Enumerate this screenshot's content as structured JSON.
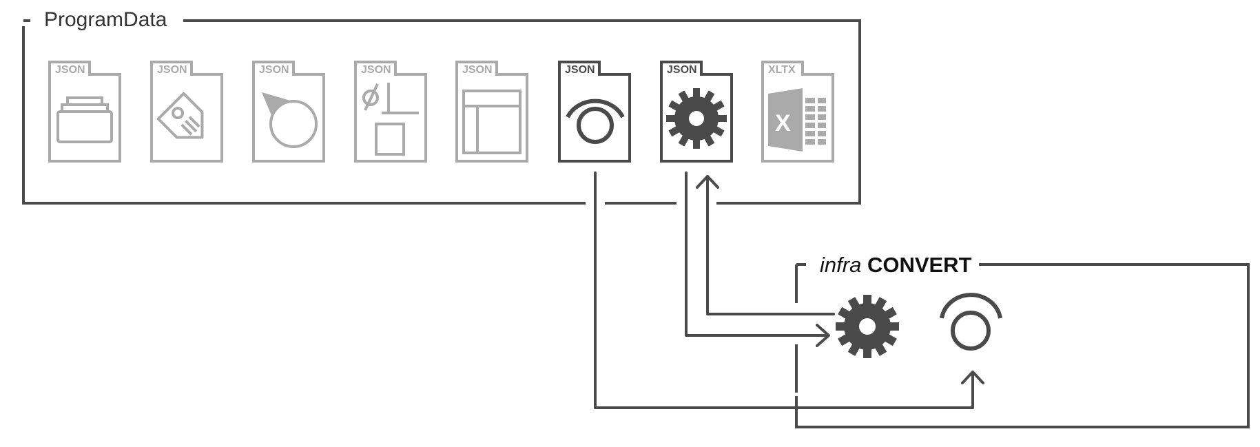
{
  "colors": {
    "dark": "#4a4a4a",
    "light": "#aaaaaa",
    "background": "#ffffff"
  },
  "groups": {
    "programdata_label": "ProgramData",
    "infra_label_italic": "infra",
    "infra_label_bold": "CONVERT"
  },
  "files": [
    {
      "tag": "JSON",
      "icon": "folder-stack-icon",
      "state": "inactive"
    },
    {
      "tag": "JSON",
      "icon": "tag-label-icon",
      "state": "inactive"
    },
    {
      "tag": "JSON",
      "icon": "pin-circle-icon",
      "state": "inactive"
    },
    {
      "tag": "JSON",
      "icon": "diameter-section-icon",
      "state": "inactive"
    },
    {
      "tag": "JSON",
      "icon": "table-grid-icon",
      "state": "inactive"
    },
    {
      "tag": "JSON",
      "icon": "eye-arc-icon",
      "state": "active"
    },
    {
      "tag": "JSON",
      "icon": "gear-icon",
      "state": "active"
    },
    {
      "tag": "XLTX",
      "icon": "excel-icon",
      "state": "inactive"
    }
  ],
  "converter_components": [
    {
      "icon": "gear-icon"
    },
    {
      "icon": "eye-arc-icon"
    }
  ]
}
